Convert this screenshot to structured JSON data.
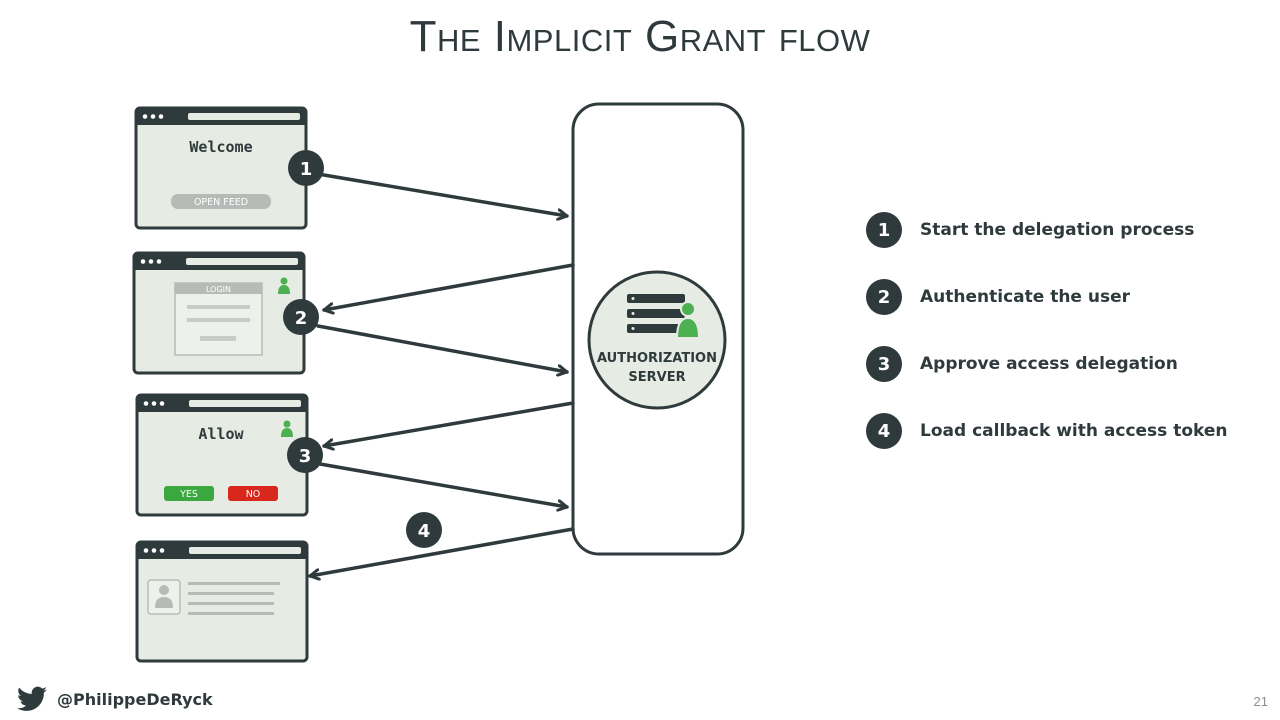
{
  "title": "The Implicit Grant flow",
  "server": {
    "line1": "AUTHORIZATION",
    "line2": "SERVER"
  },
  "screens": {
    "welcome": {
      "title": "Welcome",
      "button": "OPEN FEED"
    },
    "login": {
      "title": "LOGIN"
    },
    "allow": {
      "title": "Allow",
      "yes": "YES",
      "no": "NO"
    }
  },
  "steps": [
    {
      "num": "1",
      "label": "Start the delegation process"
    },
    {
      "num": "2",
      "label": "Authenticate the user"
    },
    {
      "num": "3",
      "label": "Approve access delegation"
    },
    {
      "num": "4",
      "label": "Load callback with access token"
    }
  ],
  "footer": {
    "handle": "@PhilippeDeRyck",
    "page": "21"
  },
  "colors": {
    "dark": "#2f3a3c",
    "screen_fill": "#e6ebe3",
    "accent_green": "#4caf50",
    "yes_green": "#3aa83e",
    "no_red": "#d8281d",
    "button_gray": "#b7bbb7"
  },
  "icons": {
    "footer": "twitter-bird-icon",
    "server": "server-user-icon"
  }
}
